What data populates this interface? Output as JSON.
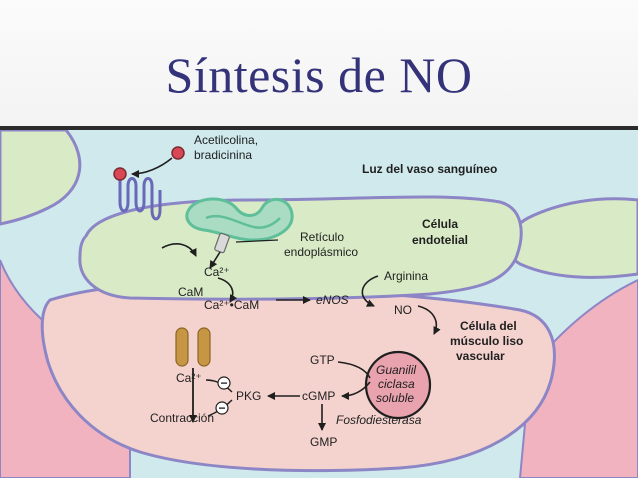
{
  "title": "Síntesis de NO",
  "labels": {
    "agonists_line1": "Acetilcolina,",
    "agonists_line2": "bradicinina",
    "vessel_lumen": "Luz del vaso sanguíneo",
    "endothelial_line1": "Célula",
    "endothelial_line2": "endotelial",
    "er_line1": "Retículo",
    "er_line2": "endoplásmico",
    "ca_endo": "Ca²⁺",
    "cam": "CaM",
    "ca_cam": "Ca²⁺•CaM",
    "enos": "eNOS",
    "arginine": "Arginina",
    "no": "NO",
    "smooth_line1": "Célula del",
    "smooth_line2": "músculo liso",
    "smooth_line3": "vascular",
    "gtp": "GTP",
    "guanylyl_line1": "Guanilil",
    "guanylyl_line2": "ciclasa",
    "guanylyl_line3": "soluble",
    "ca_muscle": "Ca²⁺",
    "pkg": "PKG",
    "cgmp": "cGMP",
    "contraction": "Contracción",
    "phosphodiesterase": "Fosfodiesterasa",
    "gmp": "GMP",
    "minus_1": "−",
    "minus_2": "−"
  },
  "colors": {
    "title": "#34337a",
    "blood_background": "#cfe9ec",
    "endothelial_cell": "#d9ebc6",
    "smooth_muscle_cell": "#f4d3cf",
    "vessel_wall": "#f0b3bf",
    "outline": "#8d86c6",
    "receptor": "#6a68b8",
    "er": "#5fbf9a",
    "channel": "#c69645",
    "ligand": "#d84753",
    "enzyme": "#e9a3ae"
  }
}
